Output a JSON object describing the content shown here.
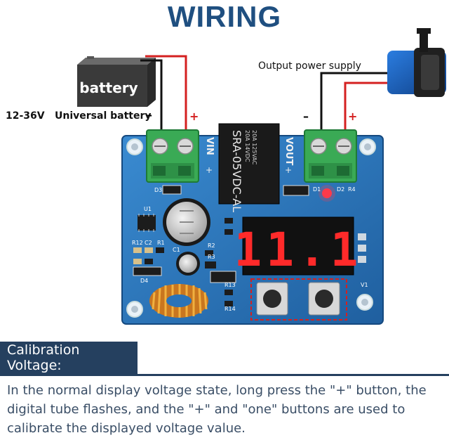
{
  "header": {
    "title": "WIRING"
  },
  "labels": {
    "battery": "battery",
    "voltage_range": "12-36V",
    "universal_battery": "Universal battery",
    "output_power_supply": "Output power supply",
    "minus": "–",
    "plus": "+"
  },
  "board": {
    "vin_label": "VIN",
    "vout_label": "VOUT",
    "relay_line1": "SRA-05VDC-AL",
    "relay_line2": "20A 14VDC",
    "relay_line3": "20A 125VAC",
    "display_digits": "11.1",
    "silk": {
      "d3": "D3",
      "u1": "U1",
      "r12": "R12",
      "c2": "C2",
      "r1": "R1",
      "c1": "C1",
      "r2": "R2",
      "r3": "R3",
      "d4": "D4",
      "r13": "R13",
      "r14": "R14",
      "d1": "D1",
      "d2": "D2",
      "r_led": "R4",
      "v1": "V1"
    }
  },
  "section": {
    "heading": "Calibration Voltage:",
    "body": "In the normal display voltage state, long press the \"+\" button, the digital tube flashes, and the \"+\" and \"one\" buttons are used to calibrate the displayed voltage value."
  },
  "colors": {
    "title": "#1f4f80",
    "pcb": "#2a73b8",
    "terminal": "#3aaa55",
    "wire_red": "#d42020",
    "wire_black": "#111111",
    "section_bg": "#25405f",
    "segment_red": "#ff2a2a"
  }
}
